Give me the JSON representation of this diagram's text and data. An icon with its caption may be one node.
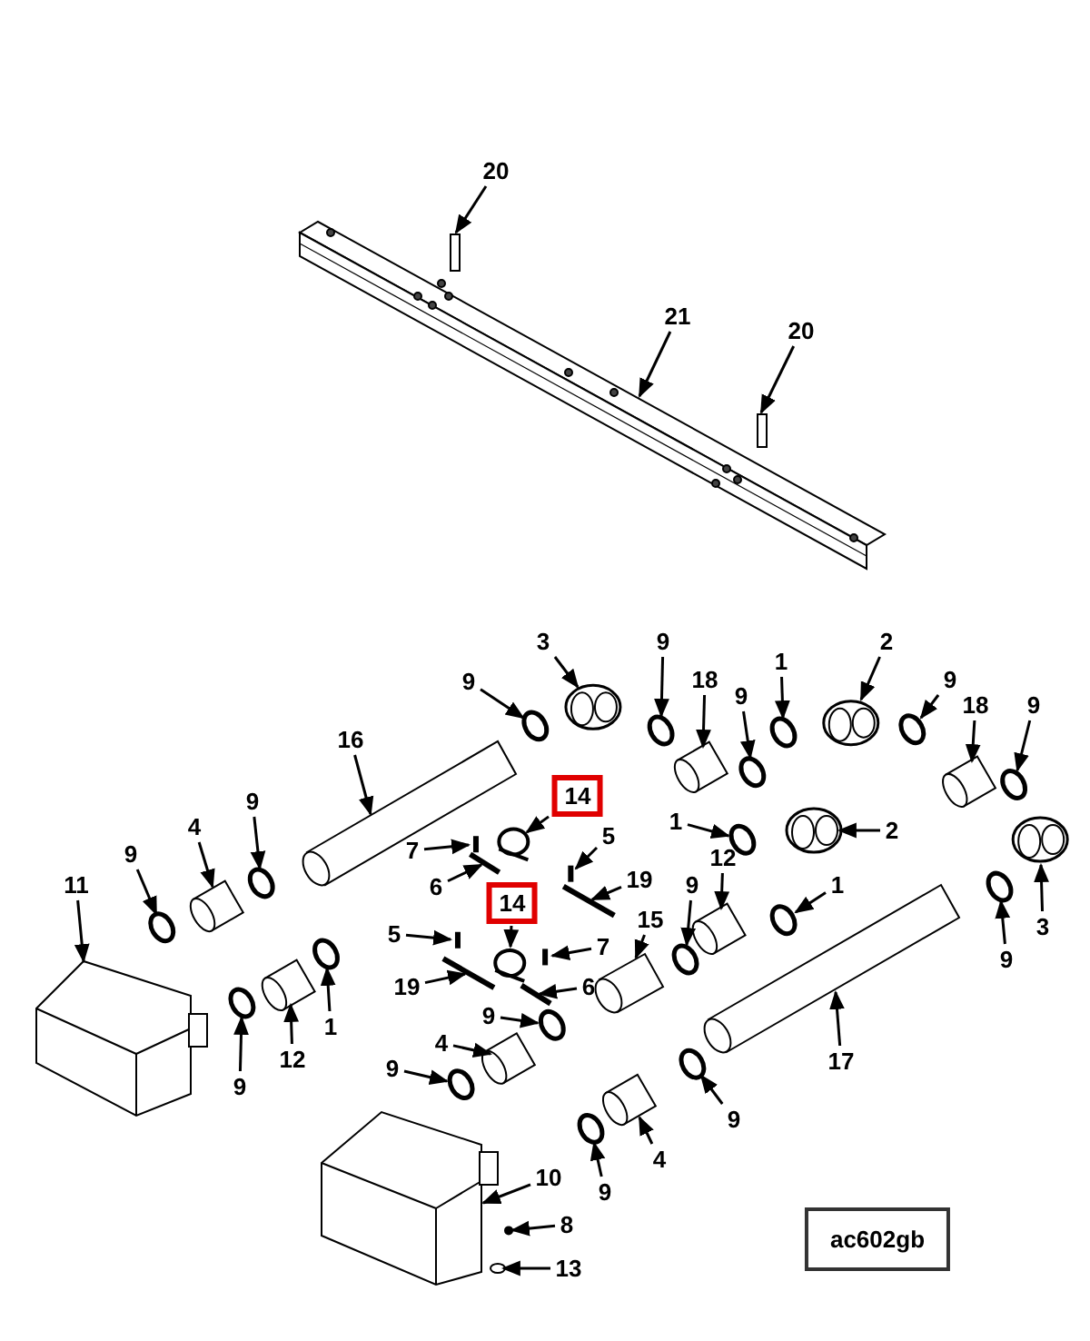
{
  "diagram": {
    "nodes": [
      {
        "text": [
          "20"
        ]
      },
      {
        "text": [
          "21"
        ]
      },
      {
        "text": [
          "20"
        ]
      },
      {
        "text": [
          "3"
        ]
      },
      {
        "text": [
          "9"
        ]
      },
      {
        "text": [
          "1"
        ]
      },
      {
        "text": [
          "2"
        ]
      },
      {
        "text": [
          "9"
        ]
      },
      {
        "text": [
          "18"
        ]
      },
      {
        "text": [
          "9"
        ]
      },
      {
        "text": [
          "9"
        ]
      },
      {
        "text": [
          "18"
        ]
      },
      {
        "text": [
          "9"
        ]
      },
      {
        "text": [
          "16"
        ]
      },
      {
        "text": [
          "14"
        ]
      },
      {
        "text": [
          "9"
        ]
      },
      {
        "text": [
          "4"
        ]
      },
      {
        "text": [
          "7"
        ]
      },
      {
        "text": [
          "1"
        ]
      },
      {
        "text": [
          "2"
        ]
      },
      {
        "text": [
          "9"
        ]
      },
      {
        "text": [
          "11"
        ]
      },
      {
        "text": [
          "6"
        ]
      },
      {
        "text": [
          "5"
        ]
      },
      {
        "text": [
          "19"
        ]
      },
      {
        "text": [
          "12"
        ]
      },
      {
        "text": [
          "1"
        ]
      },
      {
        "text": [
          "3"
        ]
      },
      {
        "text": [
          "14"
        ]
      },
      {
        "text": [
          "9"
        ]
      },
      {
        "text": [
          "15"
        ]
      },
      {
        "text": [
          "5"
        ]
      },
      {
        "text": [
          "7"
        ]
      },
      {
        "text": [
          "19"
        ]
      },
      {
        "text": [
          "6"
        ]
      },
      {
        "text": [
          "9"
        ]
      },
      {
        "text": [
          "17"
        ]
      },
      {
        "text": [
          "9"
        ]
      },
      {
        "text": [
          "12"
        ]
      },
      {
        "text": [
          "1"
        ]
      },
      {
        "text": [
          "9"
        ]
      },
      {
        "text": [
          "4"
        ]
      },
      {
        "text": [
          "9"
        ]
      },
      {
        "text": [
          "9"
        ]
      },
      {
        "text": [
          "9"
        ]
      },
      {
        "text": [
          "4"
        ]
      },
      {
        "text": [
          "10"
        ]
      },
      {
        "text": [
          "8"
        ]
      },
      {
        "text": [
          "13"
        ]
      },
      {
        "text": [
          "ac602gb"
        ]
      },
      {
        "text": [],
        "shape": "bar"
      },
      {
        "text": [],
        "shape": "bar"
      },
      {
        "text": [],
        "shape": "bar"
      },
      {
        "text": [],
        "shape": "picture"
      },
      {
        "text": [],
        "shape": "circle"
      },
      {
        "text": [],
        "shape": "circle"
      },
      {
        "text": [],
        "shape": "picture"
      },
      {
        "text": [],
        "shape": "circle"
      },
      {
        "text": [],
        "shape": "cylinder"
      },
      {
        "text": [],
        "shape": "circle"
      },
      {
        "text": [],
        "shape": "circle"
      },
      {
        "text": [],
        "shape": "cylinder"
      },
      {
        "text": [],
        "shape": "circle"
      },
      {
        "text": [],
        "shape": "cylinder"
      },
      {
        "text": [],
        "shape": "circle"
      },
      {
        "text": [],
        "shape": "circle"
      },
      {
        "text": [],
        "shape": "cylinder"
      },
      {
        "text": [],
        "shape": "bar"
      },
      {
        "text": [],
        "shape": "circle"
      },
      {
        "text": [],
        "shape": "picture"
      },
      {
        "text": [],
        "shape": "circle"
      },
      {
        "text": [],
        "shape": "picture"
      },
      {
        "text": [],
        "shape": "bar"
      },
      {
        "text": [],
        "shape": "bar"
      },
      {
        "text": [],
        "shape": "bar"
      },
      {
        "text": [],
        "shape": "cylinder"
      },
      {
        "text": [],
        "shape": "circle"
      },
      {
        "text": [],
        "shape": "picture"
      },
      {
        "text": [],
        "shape": "circle"
      },
      {
        "text": [],
        "shape": "circle"
      },
      {
        "text": [],
        "shape": "cylinder"
      },
      {
        "text": [],
        "shape": "bar"
      },
      {
        "text": [],
        "shape": "bar"
      },
      {
        "text": [],
        "shape": "bar"
      },
      {
        "text": [],
        "shape": "bar"
      },
      {
        "text": [],
        "shape": "circle"
      },
      {
        "text": [],
        "shape": "cylinder"
      },
      {
        "text": [],
        "shape": "circle"
      },
      {
        "text": [],
        "shape": "cylinder"
      },
      {
        "text": [],
        "shape": "circle"
      },
      {
        "text": [],
        "shape": "circle"
      },
      {
        "text": [],
        "shape": "cylinder"
      },
      {
        "text": [],
        "shape": "circle"
      },
      {
        "text": [],
        "shape": "circle"
      },
      {
        "text": [],
        "shape": "circle"
      },
      {
        "text": [],
        "shape": "cylinder"
      },
      {
        "text": [],
        "shape": "picture"
      },
      {
        "text": [],
        "shape": "circle"
      },
      {
        "text": [],
        "shape": "circle"
      }
    ],
    "edges": [
      {
        "from": 0,
        "to": 50,
        "arrow": "to"
      },
      {
        "from": 1,
        "to": 51,
        "arrow": "to"
      },
      {
        "from": 2,
        "to": 52,
        "arrow": "to"
      },
      {
        "from": 3,
        "to": 53,
        "arrow": "to"
      },
      {
        "from": 4,
        "to": 54,
        "arrow": "to"
      },
      {
        "from": 5,
        "to": 55,
        "arrow": "to"
      },
      {
        "from": 6,
        "to": 56,
        "arrow": "to"
      },
      {
        "from": 7,
        "to": 57,
        "arrow": "to"
      },
      {
        "from": 8,
        "to": 58,
        "arrow": "to"
      },
      {
        "from": 9,
        "to": 59,
        "arrow": "to"
      },
      {
        "from": 10,
        "to": 60,
        "arrow": "to"
      },
      {
        "from": 11,
        "to": 61,
        "arrow": "to"
      },
      {
        "from": 12,
        "to": 62,
        "arrow": "to"
      },
      {
        "from": 13,
        "to": 63,
        "arrow": "to"
      },
      {
        "from": 14,
        "to": 64,
        "arrow": "to"
      },
      {
        "from": 15,
        "to": 65,
        "arrow": "to"
      },
      {
        "from": 16,
        "to": 66,
        "arrow": "to"
      },
      {
        "from": 17,
        "to": 67,
        "arrow": "to"
      },
      {
        "from": 18,
        "to": 68,
        "arrow": "to"
      },
      {
        "from": 19,
        "to": 69,
        "arrow": "to"
      },
      {
        "from": 20,
        "to": 70,
        "arrow": "to"
      },
      {
        "from": 21,
        "to": 71,
        "arrow": "to"
      },
      {
        "from": 22,
        "to": 72,
        "arrow": "to"
      },
      {
        "from": 23,
        "to": 73,
        "arrow": "to"
      },
      {
        "from": 24,
        "to": 74,
        "arrow": "to"
      },
      {
        "from": 25,
        "to": 75,
        "arrow": "to"
      },
      {
        "from": 26,
        "to": 76,
        "arrow": "to"
      },
      {
        "from": 27,
        "to": 77,
        "arrow": "to"
      },
      {
        "from": 28,
        "to": 78,
        "arrow": "to"
      },
      {
        "from": 29,
        "to": 79,
        "arrow": "to"
      },
      {
        "from": 30,
        "to": 80,
        "arrow": "to"
      },
      {
        "from": 31,
        "to": 81,
        "arrow": "to"
      },
      {
        "from": 32,
        "to": 82,
        "arrow": "to"
      },
      {
        "from": 33,
        "to": 83,
        "arrow": "to"
      },
      {
        "from": 34,
        "to": 84,
        "arrow": "to"
      },
      {
        "from": 35,
        "to": 85,
        "arrow": "to"
      },
      {
        "from": 36,
        "to": 86,
        "arrow": "to"
      },
      {
        "from": 37,
        "to": 87,
        "arrow": "to"
      },
      {
        "from": 38,
        "to": 88,
        "arrow": "to"
      },
      {
        "from": 39,
        "to": 89,
        "arrow": "to"
      },
      {
        "from": 40,
        "to": 90,
        "arrow": "to"
      },
      {
        "from": 41,
        "to": 91,
        "arrow": "to"
      },
      {
        "from": 42,
        "to": 92,
        "arrow": "to"
      },
      {
        "from": 43,
        "to": 93,
        "arrow": "to"
      },
      {
        "from": 44,
        "to": 94,
        "arrow": "to"
      },
      {
        "from": 45,
        "to": 95,
        "arrow": "to"
      },
      {
        "from": 46,
        "to": 96,
        "arrow": "to"
      },
      {
        "from": 47,
        "to": 97,
        "arrow": "to"
      },
      {
        "from": 48,
        "to": 98,
        "arrow": "to"
      }
    ]
  }
}
